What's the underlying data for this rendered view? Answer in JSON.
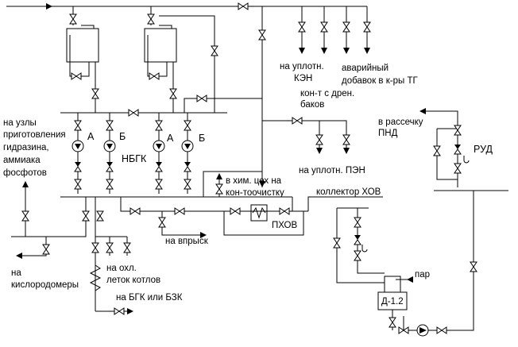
{
  "labels": {
    "to_seals_ken": "на уплотн.",
    "ken": "КЭН",
    "emergency": "аварийный",
    "additive_tg": "добавок в к-ры ТГ",
    "drain_condensate_1": "кон-т с дрен.",
    "drain_condensate_2": "баков",
    "to_nodes": "на узлы",
    "preparation": "приготовления",
    "hydrazine": "гидразина,",
    "ammonia": "аммиака",
    "phosphates": "фосфотов",
    "pump_a1": "А",
    "pump_b1": "Б",
    "pump_a2": "А",
    "pump_b2": "Б",
    "nbgk": "НБГК",
    "to_seals_pen": "на уплотн. ПЭН",
    "to_cascade_1": "в рассечку",
    "to_cascade_2": "ПНД",
    "rud": "РУД",
    "to_chem_1": "в хим. цех на",
    "to_chem_2": "кон-тоочистку",
    "hov_collector": "коллектор ХОВ",
    "phov": "ПХОВ",
    "to_injection": "на впрыск",
    "to_oxygen_1": "на",
    "to_oxygen_2": "кислородомеры",
    "to_cool_1": "на охл.",
    "to_cool_2": "леток котлов",
    "to_bgk": "на БГК или БЗК",
    "steam": "пар",
    "deaerator": "Д-1.2"
  }
}
